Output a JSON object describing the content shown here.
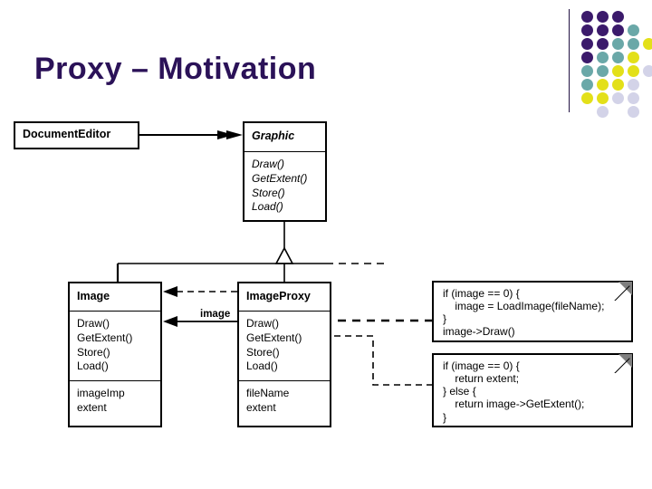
{
  "slide": {
    "title": "Proxy – Motivation",
    "title_color": "#2b1258"
  },
  "decoration": {
    "name": "dot-motif",
    "colors": {
      "purple": "#3b1a6b",
      "teal": "#6aa8a8",
      "yellow": "#e3e019",
      "lavender": "#d3d3e8",
      "rule": "#231343"
    },
    "dots": [
      {
        "col": 0,
        "row": 0,
        "color": "#3b1a6b"
      },
      {
        "col": 1,
        "row": 0,
        "color": "#3b1a6b"
      },
      {
        "col": 2,
        "row": 0,
        "color": "#3b1a6b"
      },
      {
        "col": 0,
        "row": 1,
        "color": "#3b1a6b"
      },
      {
        "col": 1,
        "row": 1,
        "color": "#3b1a6b"
      },
      {
        "col": 2,
        "row": 1,
        "color": "#3b1a6b"
      },
      {
        "col": 3,
        "row": 1,
        "color": "#6aa8a8"
      },
      {
        "col": 0,
        "row": 2,
        "color": "#3b1a6b"
      },
      {
        "col": 1,
        "row": 2,
        "color": "#3b1a6b"
      },
      {
        "col": 2,
        "row": 2,
        "color": "#6aa8a8"
      },
      {
        "col": 3,
        "row": 2,
        "color": "#6aa8a8"
      },
      {
        "col": 4,
        "row": 2,
        "color": "#e3e019"
      },
      {
        "col": 0,
        "row": 3,
        "color": "#3b1a6b"
      },
      {
        "col": 1,
        "row": 3,
        "color": "#6aa8a8"
      },
      {
        "col": 2,
        "row": 3,
        "color": "#6aa8a8"
      },
      {
        "col": 3,
        "row": 3,
        "color": "#e3e019"
      },
      {
        "col": 0,
        "row": 4,
        "color": "#6aa8a8"
      },
      {
        "col": 1,
        "row": 4,
        "color": "#6aa8a8"
      },
      {
        "col": 2,
        "row": 4,
        "color": "#e3e019"
      },
      {
        "col": 3,
        "row": 4,
        "color": "#e3e019"
      },
      {
        "col": 4,
        "row": 4,
        "color": "#d3d3e8"
      },
      {
        "col": 0,
        "row": 5,
        "color": "#6aa8a8"
      },
      {
        "col": 1,
        "row": 5,
        "color": "#e3e019"
      },
      {
        "col": 2,
        "row": 5,
        "color": "#e3e019"
      },
      {
        "col": 3,
        "row": 5,
        "color": "#d3d3e8"
      },
      {
        "col": 0,
        "row": 6,
        "color": "#e3e019"
      },
      {
        "col": 1,
        "row": 6,
        "color": "#e3e019"
      },
      {
        "col": 2,
        "row": 6,
        "color": "#d3d3e8"
      },
      {
        "col": 3,
        "row": 6,
        "color": "#d3d3e8"
      },
      {
        "col": 1,
        "row": 7,
        "color": "#d3d3e8"
      },
      {
        "col": 3,
        "row": 7,
        "color": "#d3d3e8"
      }
    ]
  },
  "diagram": {
    "classes": {
      "document_editor": {
        "name": "DocumentEditor",
        "abstract": false,
        "methods": [],
        "attributes": []
      },
      "graphic": {
        "name": "Graphic",
        "abstract": true,
        "methods": [
          "Draw()",
          "GetExtent()",
          "Store()",
          "Load()"
        ],
        "attributes": []
      },
      "image": {
        "name": "Image",
        "abstract": false,
        "methods": [
          "Draw()",
          "GetExtent()",
          "Store()",
          "Load()"
        ],
        "attributes": [
          "imageImp",
          "extent"
        ]
      },
      "image_proxy": {
        "name": "ImageProxy",
        "abstract": false,
        "methods": [
          "Draw()",
          "GetExtent()",
          "Store()",
          "Load()"
        ],
        "attributes": [
          "fileName",
          "extent"
        ]
      }
    },
    "labels": {
      "association_role": "image"
    },
    "notes": [
      {
        "id": "note-draw",
        "code": "if (image == 0) {\n    image = LoadImage(fileName);\n}\nimage->Draw()"
      },
      {
        "id": "note-getextent",
        "code": "if (image == 0) {\n    return extent;\n} else {\n    return image->GetExtent();\n}"
      }
    ]
  }
}
